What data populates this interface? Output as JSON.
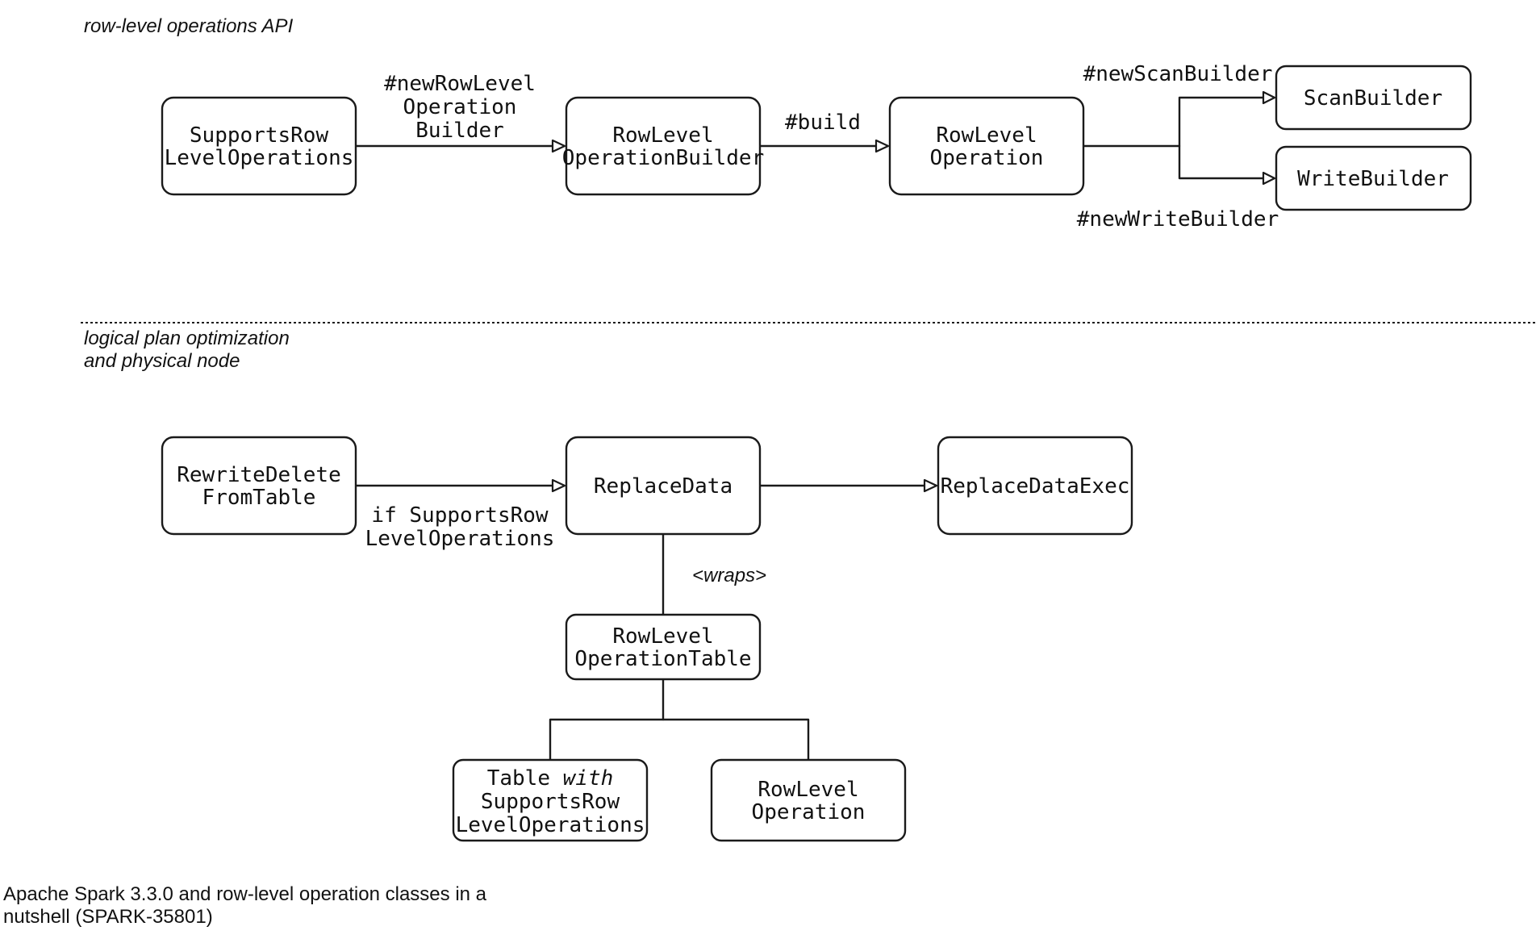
{
  "sections": {
    "api": "row-level operations API",
    "optimization": [
      "logical plan optimization",
      "and physical node"
    ]
  },
  "nodes": {
    "supports_row_level_operations": [
      "SupportsRow",
      "LevelOperations"
    ],
    "row_level_operation_builder": [
      "RowLevel",
      "OperationBuilder"
    ],
    "row_level_operation": [
      "RowLevel",
      "Operation"
    ],
    "scan_builder": "ScanBuilder",
    "write_builder": "WriteBuilder",
    "rewrite_delete_from_table": [
      "RewriteDelete",
      "FromTable"
    ],
    "replace_data": "ReplaceData",
    "replace_data_exec": "ReplaceDataExec",
    "row_level_operation_table": [
      "RowLevel",
      "OperationTable"
    ],
    "table_with_supports": {
      "line1_prefix": "Table ",
      "line1_italic": "with",
      "line2": "SupportsRow",
      "line3": "LevelOperations"
    },
    "row_level_operation_2": [
      "RowLevel",
      "Operation"
    ]
  },
  "edges": {
    "new_row_level_operation_builder": [
      "#newRowLevel",
      "Operation",
      "Builder"
    ],
    "build": "#build",
    "new_scan_builder": "#newScanBuilder",
    "new_write_builder": "#newWriteBuilder",
    "if_supports": [
      "if SupportsRow",
      "LevelOperations"
    ],
    "wraps": "<wraps>"
  },
  "caption": [
    "Apache Spark 3.3.0 and row-level operation classes in a",
    "nutshell (SPARK-35801)"
  ]
}
